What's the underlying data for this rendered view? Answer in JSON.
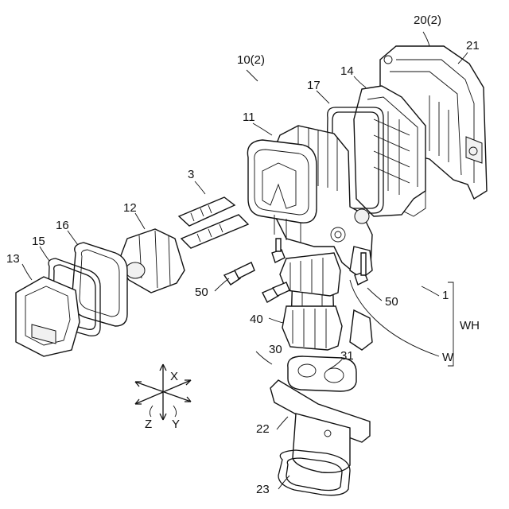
{
  "figure": {
    "labels": {
      "l1": "1",
      "l3": "3",
      "l10": "10(2)",
      "l11": "11",
      "l12": "12",
      "l13": "13",
      "l14": "14",
      "l15": "15",
      "l16": "16",
      "l17": "17",
      "l20": "20(2)",
      "l21": "21",
      "l22": "22",
      "l23": "23",
      "l30": "30",
      "l31": "31",
      "l40": "40",
      "l50a": "50",
      "l50b": "50",
      "lWH": "WH",
      "lW": "W"
    },
    "axes": {
      "x": "X",
      "y": "Y",
      "z": "Z"
    }
  }
}
